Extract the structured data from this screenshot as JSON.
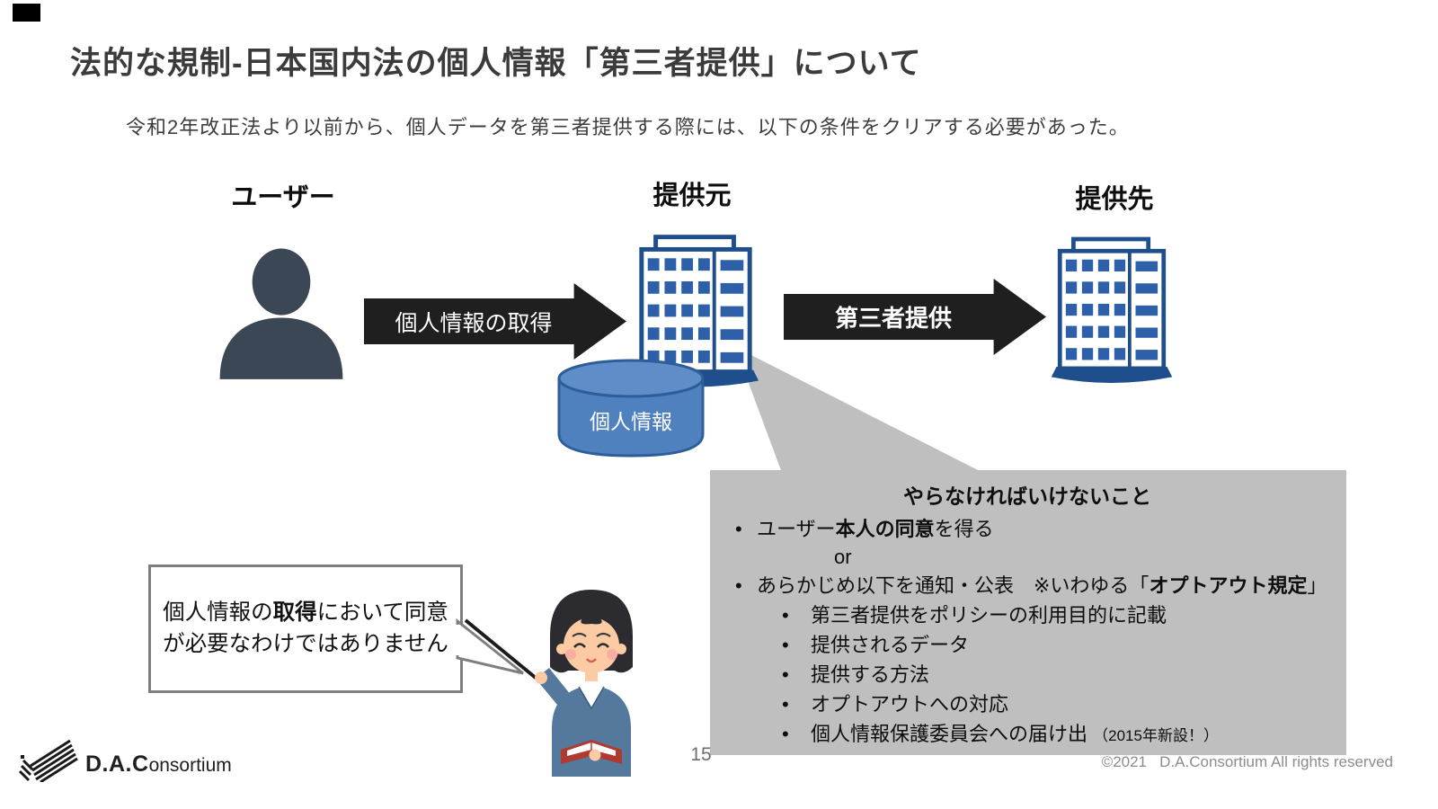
{
  "slide": {
    "title": "法的な規制-日本国内法の個人情報「第三者提供」について",
    "subtitle": "令和2年改正法より以前から、個人データを第三者提供する際には、以下の条件をクリアする必要があった。",
    "page_number": "15",
    "copyright": "©2021   D.A.Consortium All rights reserved",
    "logo": {
      "bold_part": "D.A.C",
      "rest_part": "onsortium"
    }
  },
  "diagram": {
    "user_label": "ユーザー",
    "source_label": "提供元",
    "destination_label": "提供先",
    "arrow1_label": "個人情報の取得",
    "arrow2_label": "第三者提供",
    "database_label": "個人情報"
  },
  "callout": {
    "heading": "やらなければいけないこと",
    "bullet1_pre": "ユーザー",
    "bullet1_bold": "本人の同意",
    "bullet1_post": "を得る",
    "or_label": "or",
    "bullet2_pre": "あらかじめ以下を通知・公表　※いわゆる「",
    "bullet2_bold": "オプトアウト規定",
    "bullet2_post": "」",
    "sub_bullets": [
      "第三者提供をポリシーの利用目的に記載",
      "提供されるデータ",
      "提供する方法",
      "オプトアウトへの対応"
    ],
    "last_sub_bullet_main": "個人情報保護委員会への届け出",
    "last_sub_bullet_note": "（2015年新設！）"
  },
  "speech_bubble": {
    "line1_pre": "個人情報の",
    "line1_bold": "取得",
    "line1_post": "において同意",
    "line2": "が必要なわけではありません"
  },
  "icons": {
    "user": "user-silhouette-icon",
    "source_building": "office-building-icon",
    "destination_building": "office-building-icon",
    "database": "database-cylinder-icon",
    "teacher": "teacher-illustration",
    "logo_mark": "dac-stripes-logo-mark"
  },
  "colors": {
    "arrow_black": "#1f1f1f",
    "building_outline_blue": "#1f4e8c",
    "window_blue": "#2e5fa9",
    "cylinder_blue": "#4e81bd",
    "callout_gray": "#bfbfbf",
    "silhouette_dark": "#3b4754",
    "bubble_border_gray": "#7f7f7f",
    "suit_blue": "#54799c",
    "book_red": "#b03a30"
  }
}
